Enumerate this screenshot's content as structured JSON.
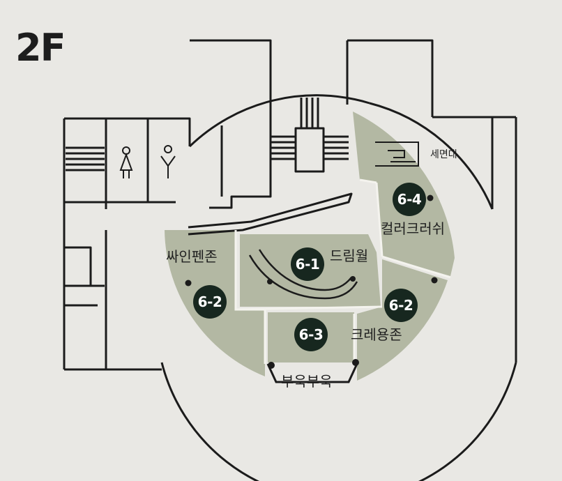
{
  "floor": {
    "label": "2F"
  },
  "colors": {
    "background": "#e9e8e4",
    "zone_fill": "#b3b8a3",
    "wall": "#1b1b1b",
    "badge": "#17271f",
    "badge_text": "#ffffff"
  },
  "zones": [
    {
      "id": "6-1",
      "name": "드림월"
    },
    {
      "id": "6-2",
      "name": "싸인펜존"
    },
    {
      "id": "6-2",
      "name": "크레용존"
    },
    {
      "id": "6-3",
      "name": "부욱부욱"
    },
    {
      "id": "6-4",
      "name": "컬러크러쉬"
    }
  ],
  "facilities": {
    "washbasin_label": "세면대"
  },
  "icons": [
    "female-restroom-icon",
    "male-restroom-icon",
    "washbasin-icon",
    "stairs-icon"
  ]
}
